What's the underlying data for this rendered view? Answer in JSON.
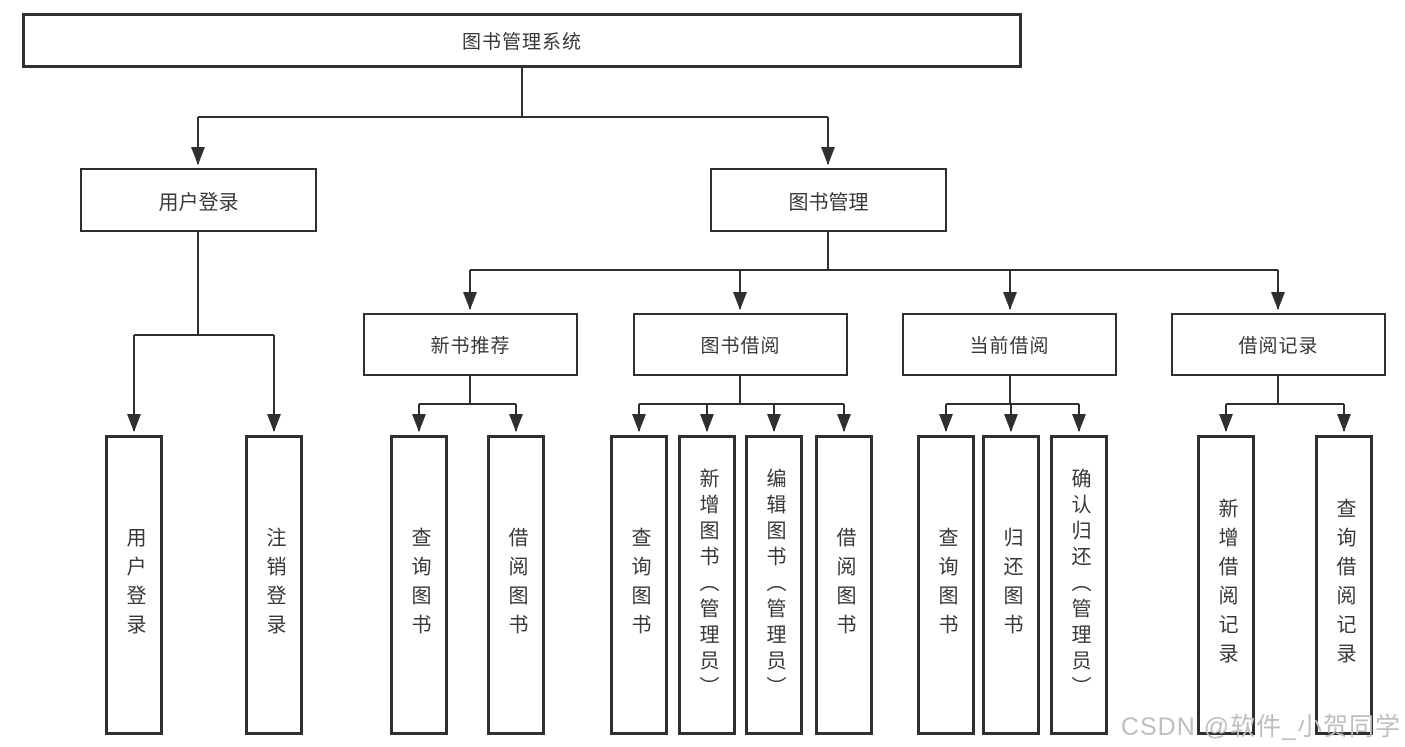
{
  "diagram": {
    "root": {
      "label": "图书管理系统"
    },
    "level2": [
      {
        "label": "用户登录"
      },
      {
        "label": "图书管理"
      }
    ],
    "level3": [
      {
        "label": "新书推荐"
      },
      {
        "label": "图书借阅"
      },
      {
        "label": "当前借阅"
      },
      {
        "label": "借阅记录"
      }
    ],
    "leaves": {
      "user_login": [
        "用户登录",
        "注销登录"
      ],
      "new_book": [
        "查询图书",
        "借阅图书"
      ],
      "book_borrow": [
        "查询图书",
        "新增图书（管理员）",
        "编辑图书（管理员）",
        "借阅图书"
      ],
      "current_borrow": [
        "查询图书",
        "归还图书",
        "确认归还（管理员）"
      ],
      "borrow_record": [
        "新增借阅记录",
        "查询借阅记录"
      ]
    }
  },
  "watermark": "CSDN @软件_小贺同学",
  "colors": {
    "line": "#2f2f2f",
    "text": "#383838",
    "watermark": "#bfbfbf",
    "background": "#ffffff"
  }
}
